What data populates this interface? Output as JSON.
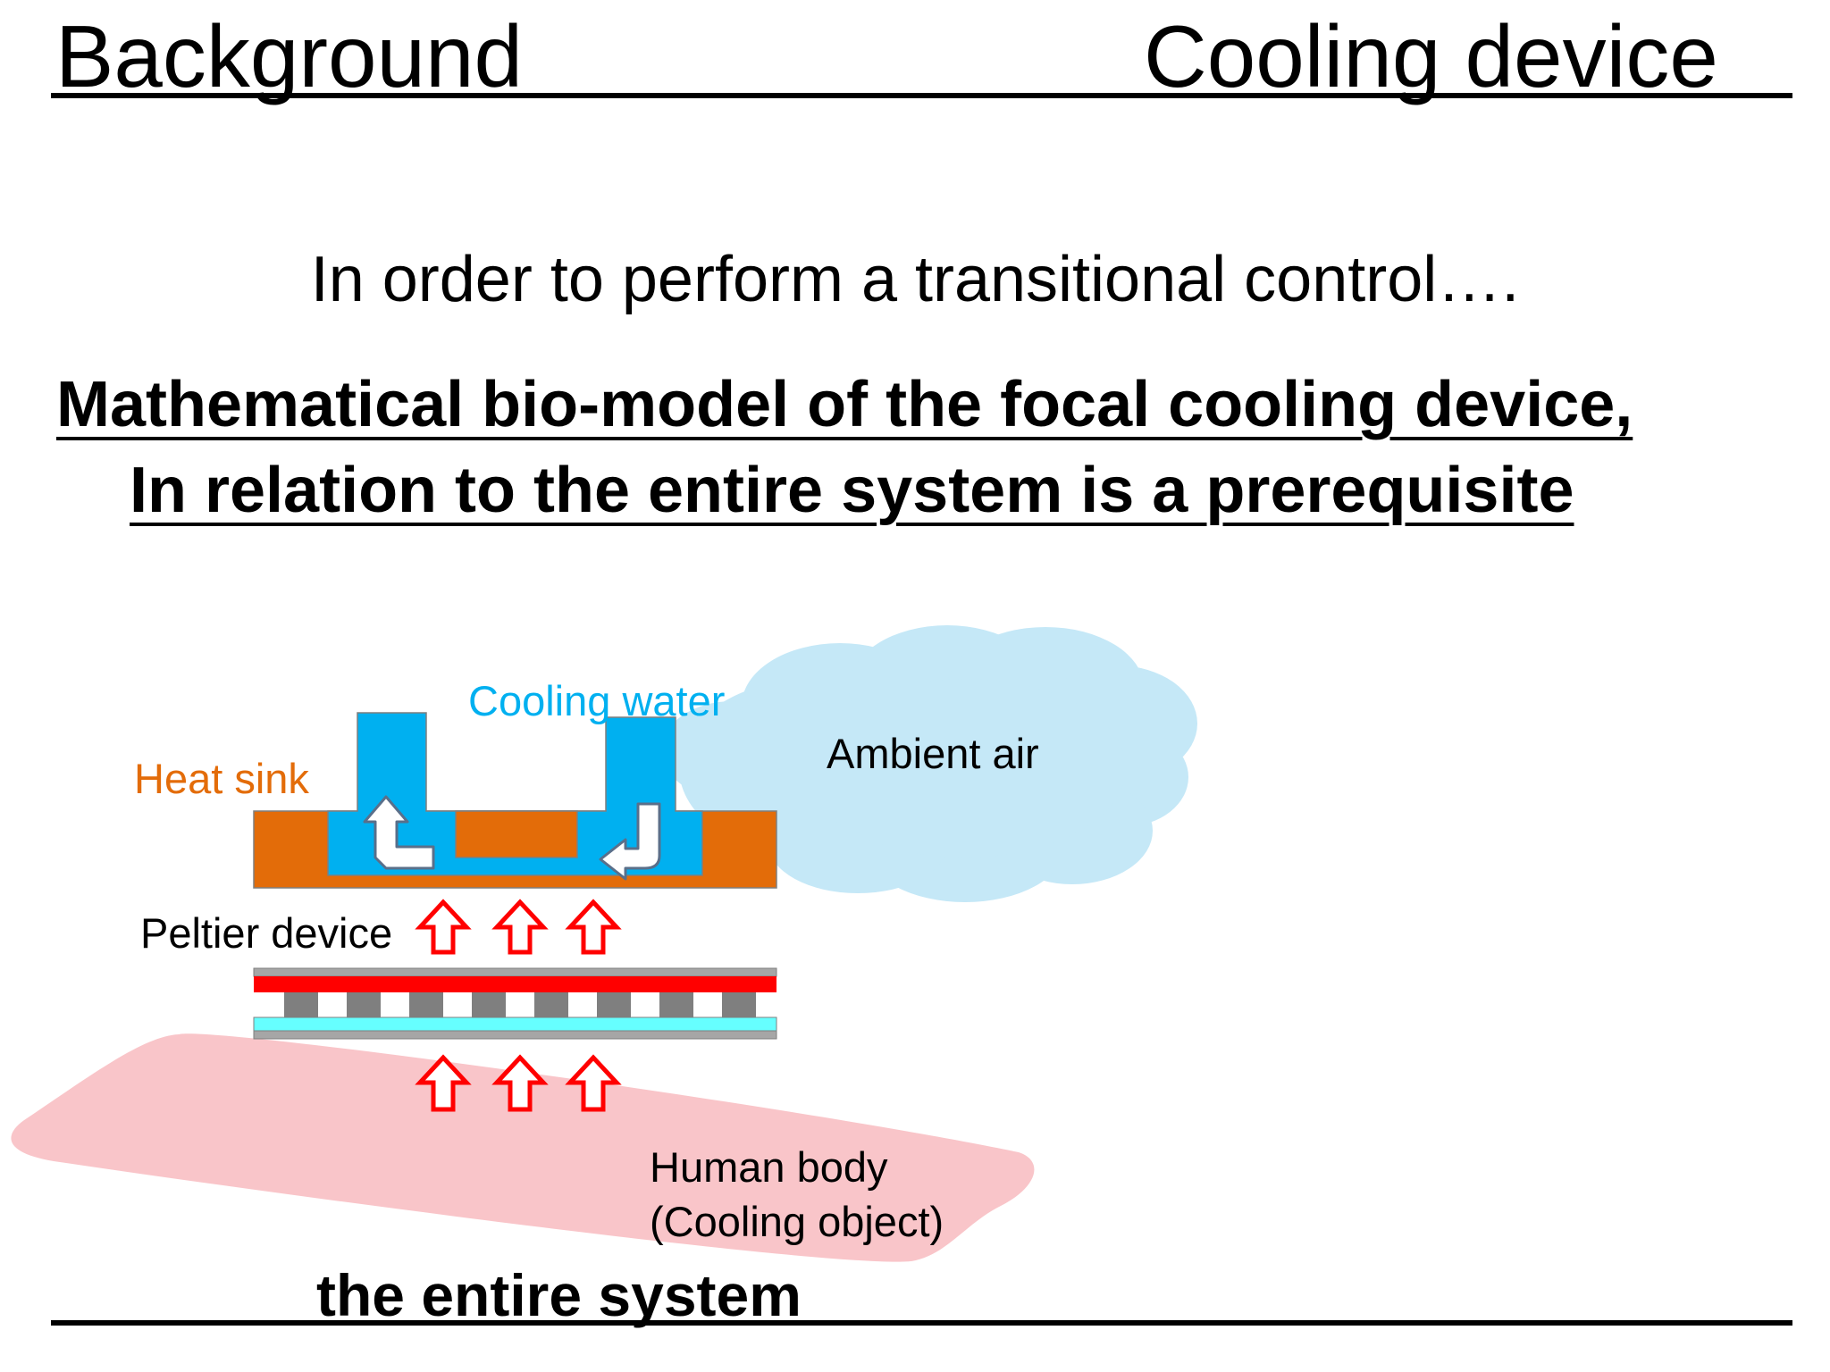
{
  "header": {
    "left_title": "Background",
    "right_title": "Cooling device"
  },
  "intro": "In order to perform a transitional control….",
  "emphasis": {
    "line1": "Mathematical bio-model of the focal cooling device,",
    "line2": "In relation to the entire system is a prerequisite"
  },
  "diagram": {
    "labels": {
      "cooling_water": "Cooling water",
      "heat_sink": "Heat sink",
      "ambient_air": "Ambient air",
      "peltier_device": "Peltier device",
      "human_body": "Human body",
      "cooling_object": "(Cooling object)"
    },
    "colors": {
      "cooling_water": "#00b0f0",
      "heat_sink": "#e36c09",
      "ambient_air": "#c5e8f7",
      "human_body": "#f9c5c9",
      "peltier_hot": "#ff0000",
      "peltier_cold": "#66ffff",
      "peltier_element": "#7f7f7f",
      "heat_arrow": "#ff0000"
    }
  },
  "footer": {
    "caption": "the entire system"
  }
}
